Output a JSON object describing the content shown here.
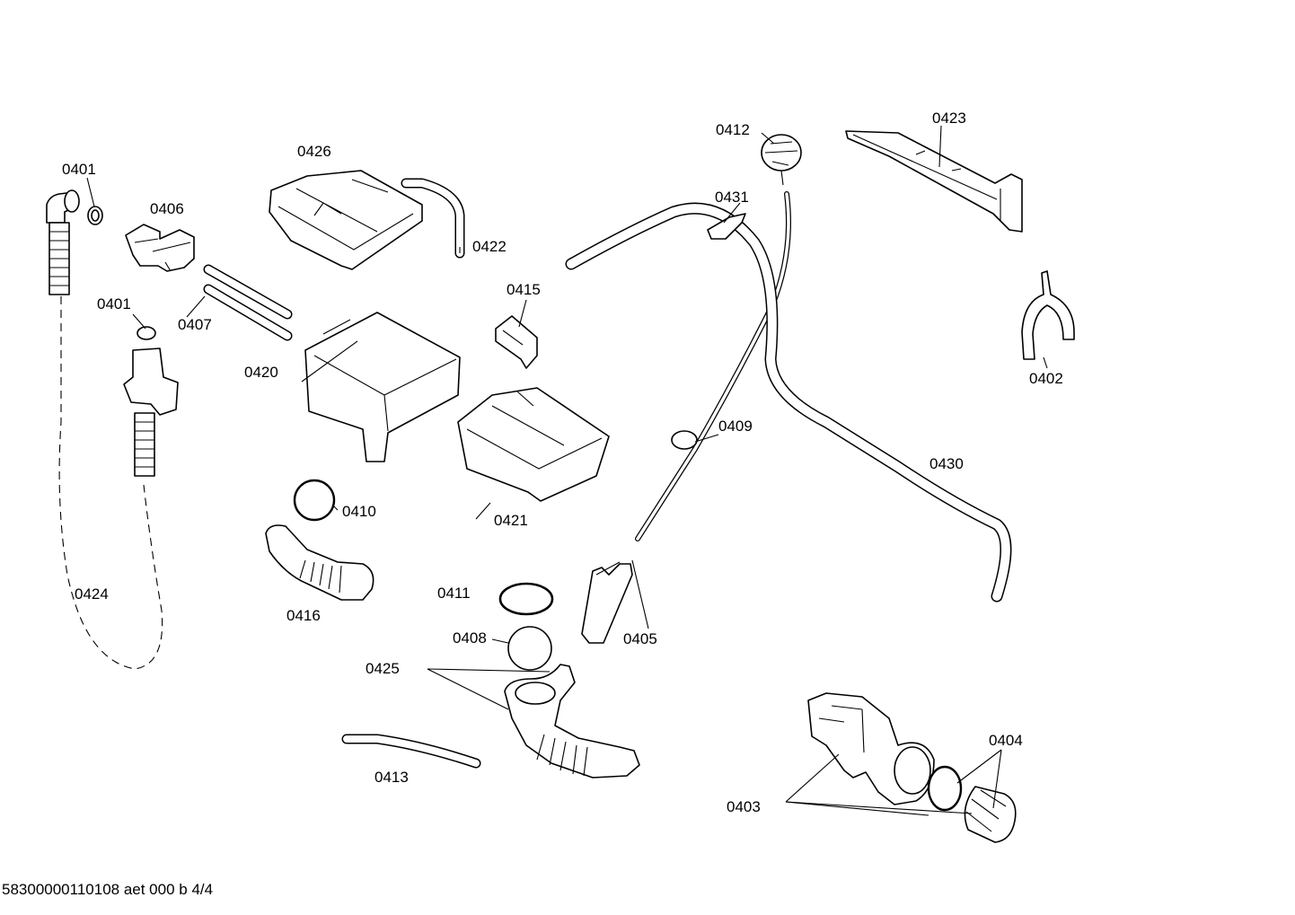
{
  "footer": "58300000110108 aet 000 b 4/4",
  "parts": [
    {
      "key": "p0401a",
      "label": "0401"
    },
    {
      "key": "p0401b",
      "label": "0401"
    },
    {
      "key": "p0402",
      "label": "0402"
    },
    {
      "key": "p0403",
      "label": "0403"
    },
    {
      "key": "p0404",
      "label": "0404"
    },
    {
      "key": "p0405",
      "label": "0405"
    },
    {
      "key": "p0406",
      "label": "0406"
    },
    {
      "key": "p0407",
      "label": "0407"
    },
    {
      "key": "p0408",
      "label": "0408"
    },
    {
      "key": "p0409",
      "label": "0409"
    },
    {
      "key": "p0410",
      "label": "0410"
    },
    {
      "key": "p0411",
      "label": "0411"
    },
    {
      "key": "p0412",
      "label": "0412"
    },
    {
      "key": "p0413",
      "label": "0413"
    },
    {
      "key": "p0415",
      "label": "0415"
    },
    {
      "key": "p0416",
      "label": "0416"
    },
    {
      "key": "p0420",
      "label": "0420"
    },
    {
      "key": "p0421",
      "label": "0421"
    },
    {
      "key": "p0422",
      "label": "0422"
    },
    {
      "key": "p0423",
      "label": "0423"
    },
    {
      "key": "p0424",
      "label": "0424"
    },
    {
      "key": "p0425",
      "label": "0425"
    },
    {
      "key": "p0426",
      "label": "0426"
    },
    {
      "key": "p0430",
      "label": "0430"
    },
    {
      "key": "p0431",
      "label": "0431"
    }
  ]
}
